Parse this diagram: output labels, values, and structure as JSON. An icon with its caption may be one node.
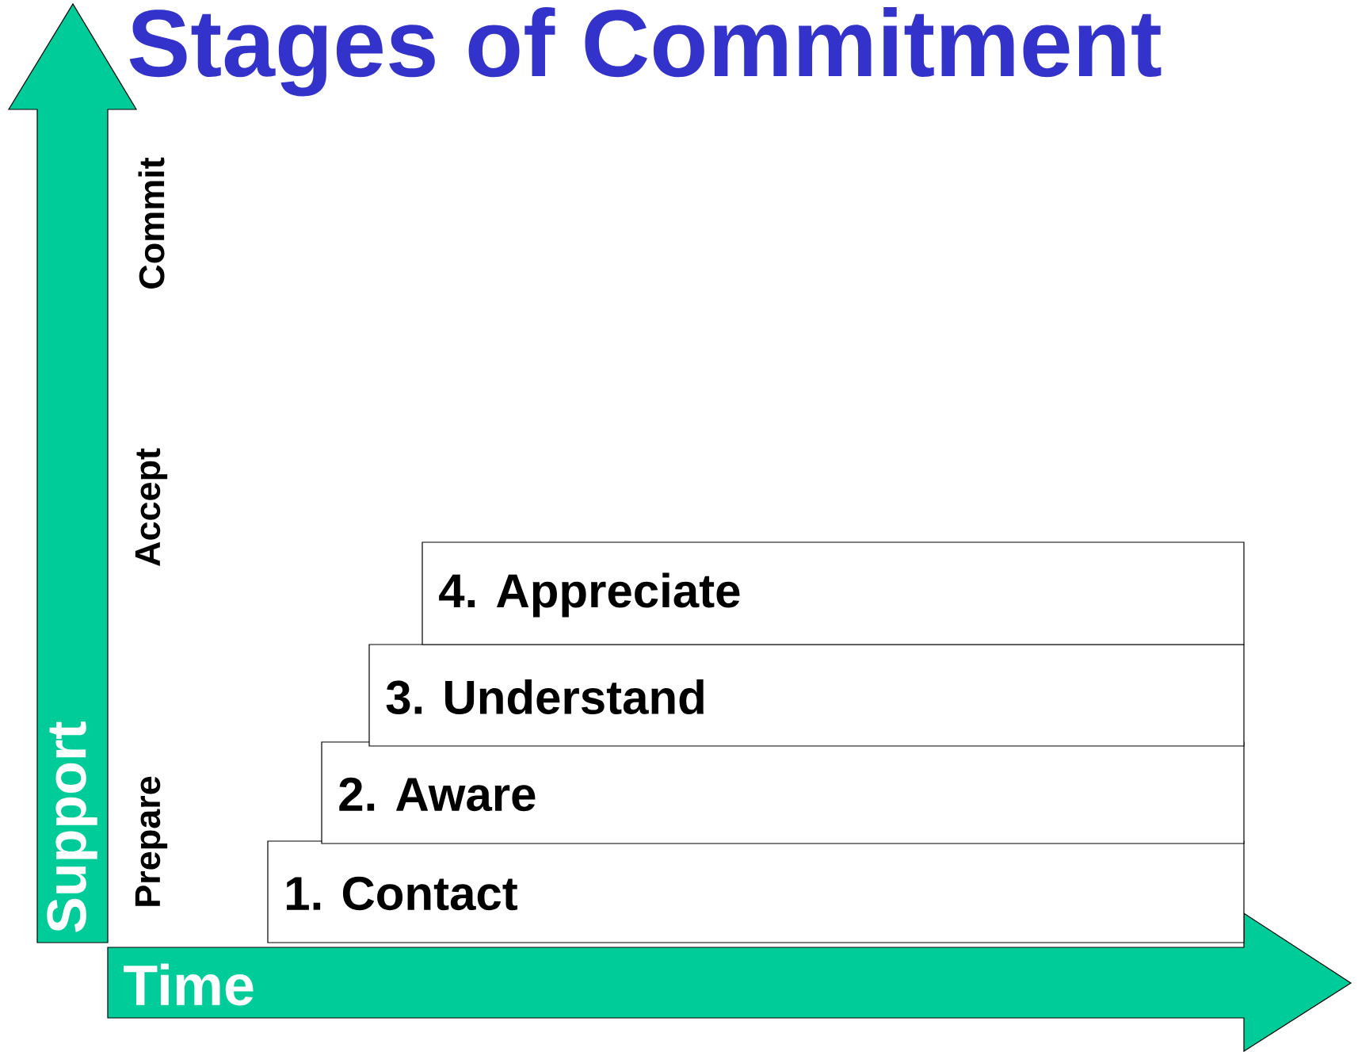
{
  "diagram": {
    "title": "Stages of Commitment",
    "nodes": [
      {
        "text": [
          "Support"
        ]
      },
      {
        "text": [
          "Time"
        ]
      },
      {
        "text": [
          "1. Contact"
        ]
      },
      {
        "text": [
          "2. Aware"
        ]
      },
      {
        "text": [
          "3. Understand"
        ]
      },
      {
        "text": [
          "4. Appreciate"
        ]
      }
    ],
    "labels": [
      "Commit",
      "Accept",
      "Prepare"
    ]
  }
}
